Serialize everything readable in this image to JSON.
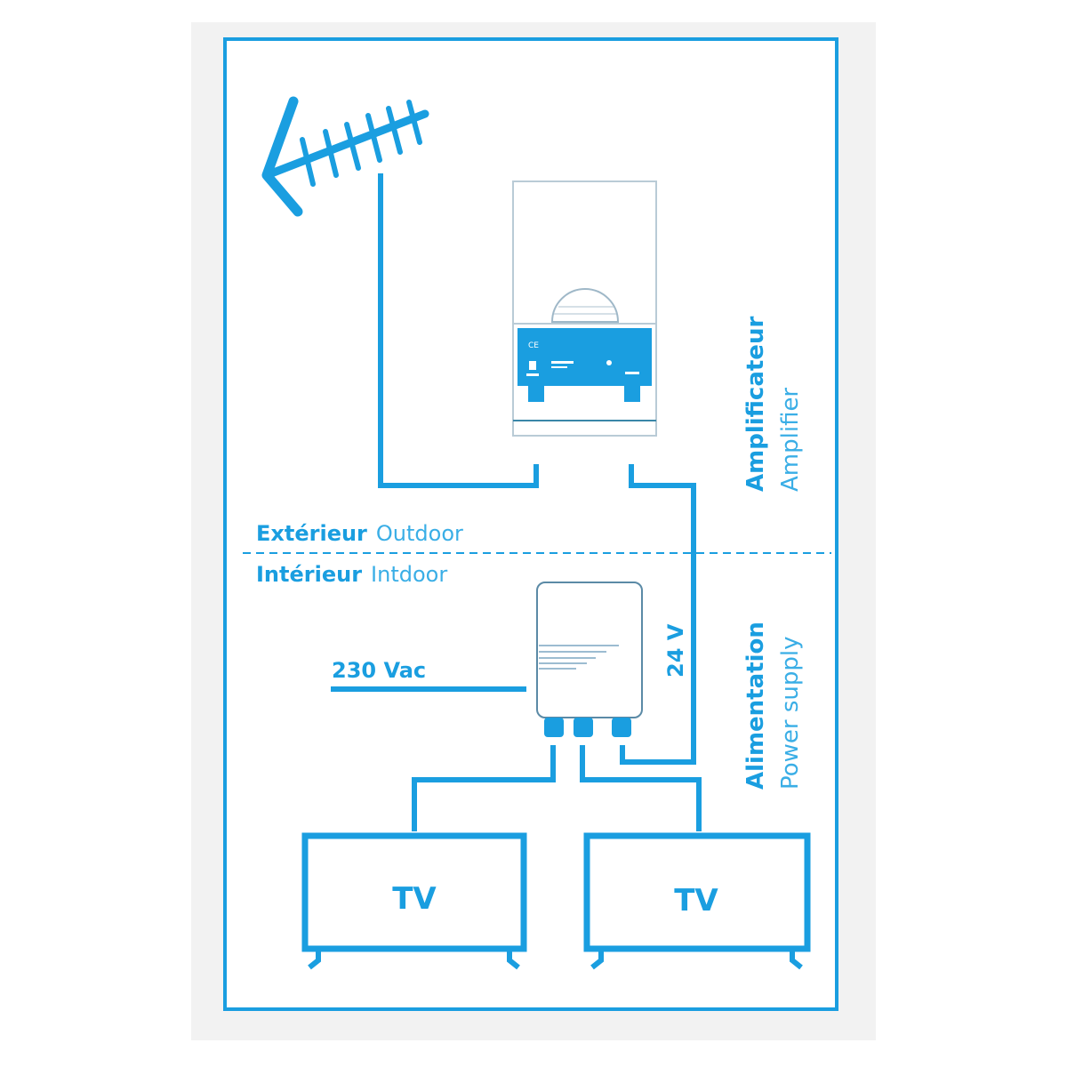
{
  "colors": {
    "accent": "#1a9ee0",
    "background": "#ffffff"
  },
  "labels": {
    "amplifier_fr": "Amplificateur",
    "amplifier_en": "Amplifier",
    "outdoor_fr": "Extérieur",
    "outdoor_en": "Outdoor",
    "indoor_fr": "Intérieur",
    "indoor_en": "Intdoor",
    "power_fr": "Alimentation",
    "power_en": "Power supply",
    "mains": "230 Vac",
    "dc": "24 V",
    "tv1": "TV",
    "tv2": "TV"
  },
  "nodes": [
    "antenna-icon",
    "amplifier",
    "power-supply",
    "tv-1",
    "tv-2"
  ]
}
